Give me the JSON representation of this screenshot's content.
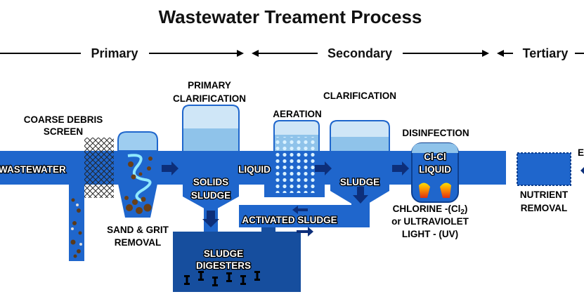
{
  "title": "Wastewater Treament Process",
  "stages": {
    "primary": "Primary",
    "secondary": "Secondary",
    "tertiary": "Tertiary"
  },
  "labels": {
    "coarse_debris_1": "COARSE DEBRIS",
    "coarse_debris_2": "SCREEN",
    "wastewater": "WASTEWATER",
    "sand_grit_1": "SAND & GRIT",
    "sand_grit_2": "REMOVAL",
    "primary_clar_1": "PRIMARY",
    "primary_clar_2": "CLARIFICATION",
    "solids": "SOLIDS",
    "sludge_primary": "SLUDGE",
    "liquid_primary": "LIQUID",
    "aeration": "AERATION",
    "clarification": "CLARIFICATION",
    "sludge_secondary": "SLUDGE",
    "activated_sludge": "ACTIVATED SLUDGE",
    "sludge_digesters_1": "SLUDGE",
    "sludge_digesters_2": "DIGESTERS",
    "disinfection": "DISINFECTION",
    "cl_cl": "Cl-Cl",
    "liquid_disinfection": "LIQUID",
    "chlorine_1": "CHLORINE -(Cl",
    "chlorine_sub": "2",
    "chlorine_close": ")",
    "chlorine_2": "or ULTRAVIOLET",
    "chlorine_3": "LIGHT - (UV)",
    "nutrient_1": "NUTRIENT",
    "nutrient_2": "REMOVAL",
    "edge_label": "E"
  },
  "colors": {
    "pipe": "#1f66cc",
    "pipe_dark": "#0d3f8f",
    "tank_light": "#cfe6f7",
    "tank_mid": "#8fc3ea",
    "digester": "#164e9e",
    "ink": "#000000",
    "white": "#ffffff"
  }
}
